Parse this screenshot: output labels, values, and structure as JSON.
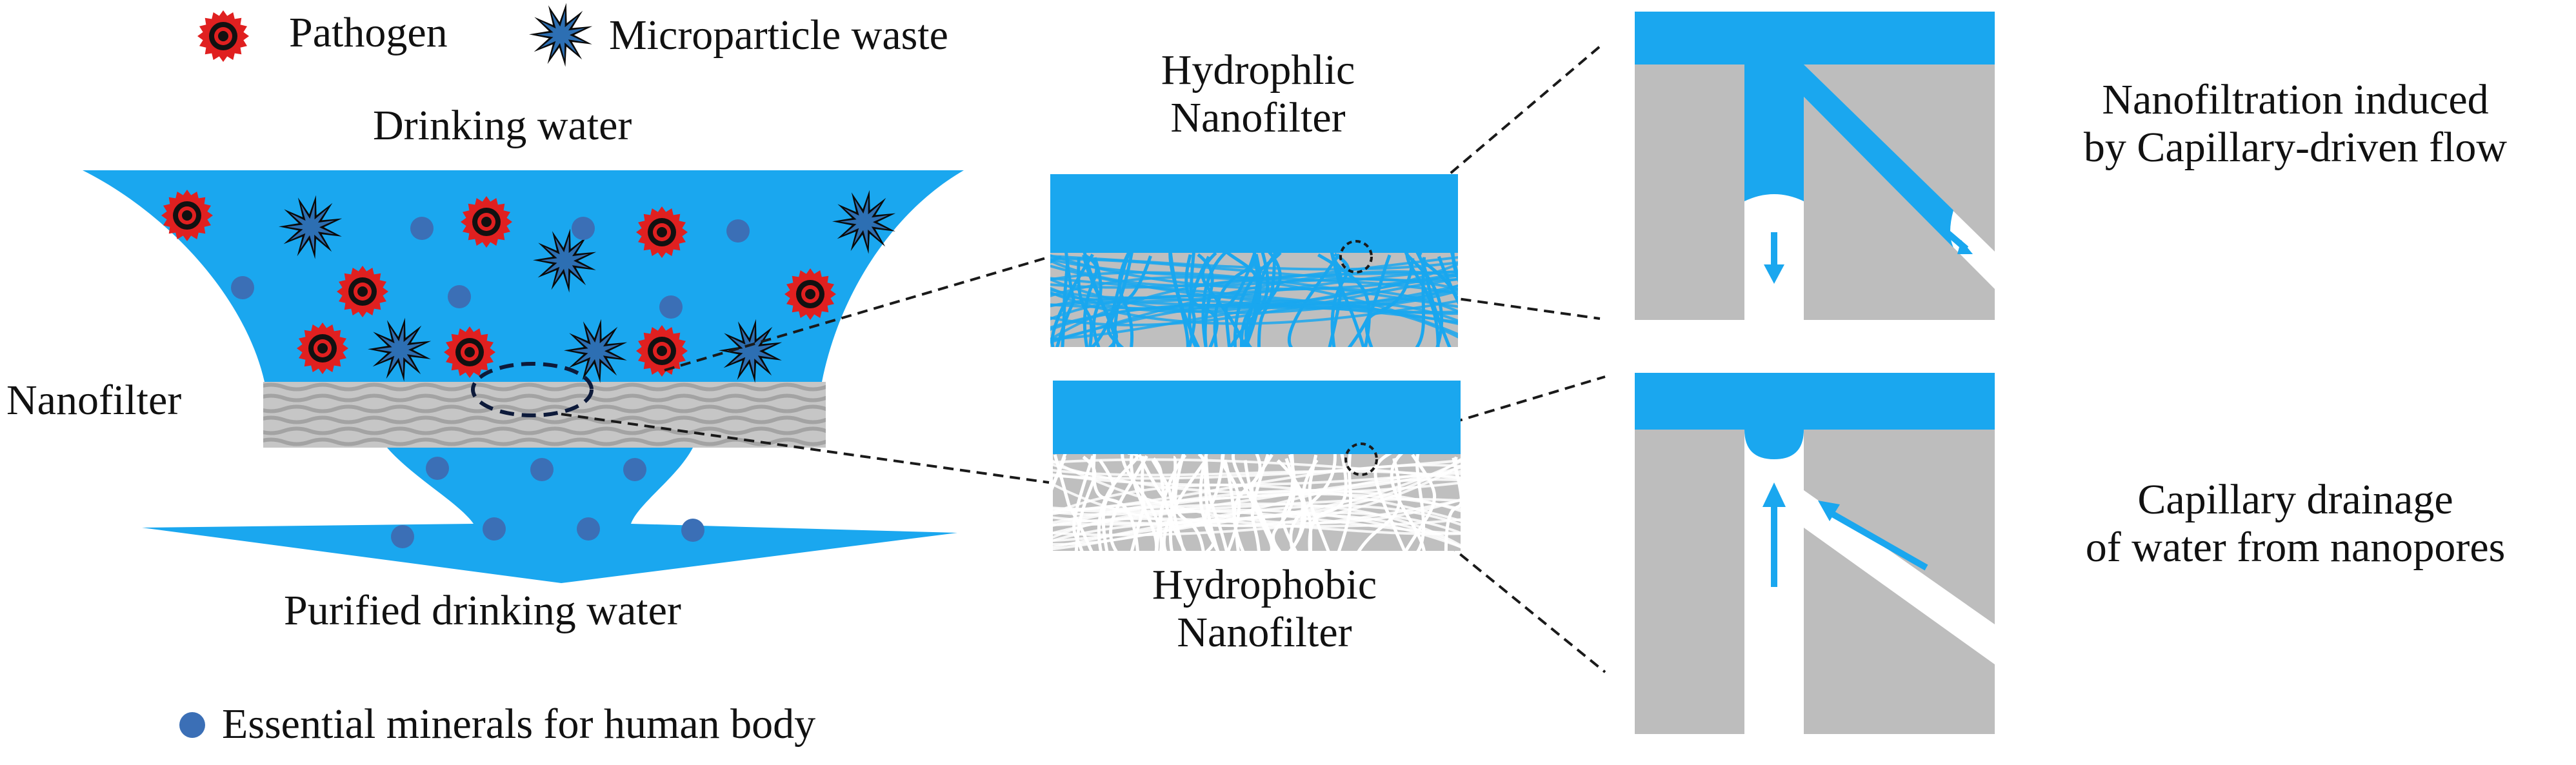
{
  "legend": {
    "pathogen": "Pathogen",
    "microparticle": "Microparticle waste",
    "minerals": "Essential minerals for human body"
  },
  "funnel": {
    "top_label": "Drinking water",
    "filter_label": "Nanofilter",
    "bottom_label": "Purified drinking water"
  },
  "hydrophilic": {
    "title_line1": "Hydrophlic",
    "title_line2": "Nanofilter",
    "description_line1": "Nanofiltration induced",
    "description_line2": "by Capillary-driven flow"
  },
  "hydrophobic": {
    "title_line1": "Hydrophobic",
    "title_line2": "Nanofilter",
    "description_line1": "Capillary drainage",
    "description_line2": "of water from nanopores"
  },
  "colors": {
    "water": "#1aa7ef",
    "filter_gray": "#c0c0c0",
    "pathogen": "#e02020",
    "microparticle": "#2d6fb3",
    "mineral": "#3b6fb6",
    "outline": "#0d1a3a"
  }
}
